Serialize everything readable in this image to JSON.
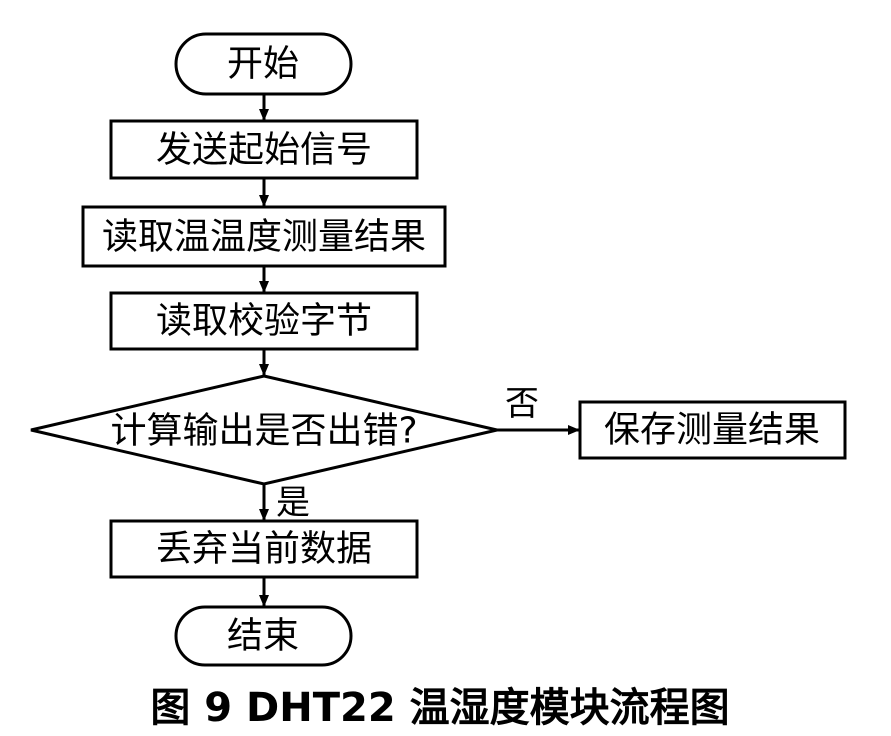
{
  "nodes": {
    "start": "开始",
    "send_start_signal": "发送起始信号",
    "read_measurement": "读取温温度测量结果",
    "read_checksum": "读取校验字节",
    "decision": "计算输出是否出错?",
    "save_result": "保存测量结果",
    "discard_data": "丢弃当前数据",
    "end": "结束"
  },
  "edges": {
    "no_label": "否",
    "yes_label": "是"
  },
  "caption": "图 9 DHT22 温湿度模块流程图"
}
